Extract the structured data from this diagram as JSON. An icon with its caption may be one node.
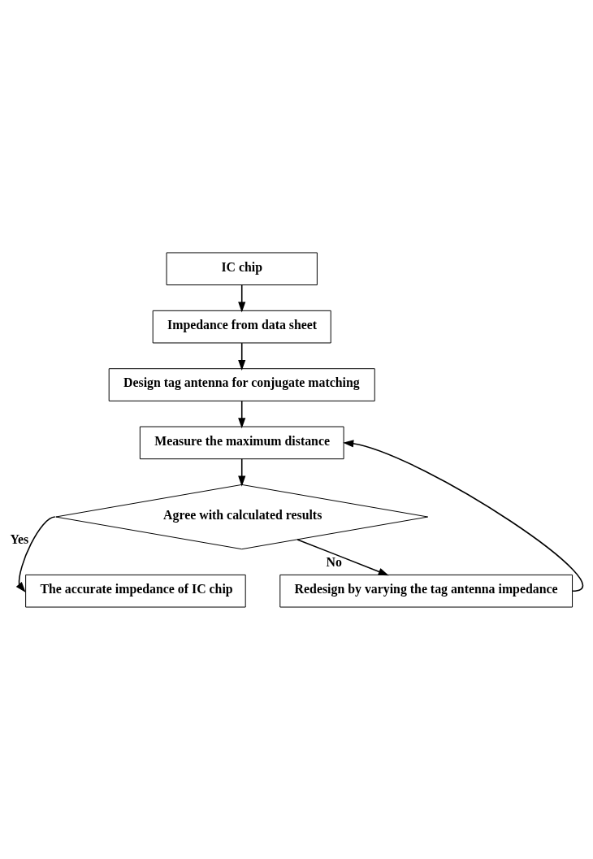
{
  "diagram": {
    "nodes": [
      {
        "text": [
          "IC chip"
        ]
      },
      {
        "text": [
          "Impedance from data sheet"
        ]
      },
      {
        "text": [
          "Design tag antenna for conjugate matching"
        ]
      },
      {
        "text": [
          "Measure the maximum distance"
        ]
      },
      {
        "text": [
          "Agree with calculated results"
        ]
      },
      {
        "text": [
          "Redesign by varying the tag antenna impedance"
        ]
      },
      {
        "text": [
          "The accurate impedance of IC chip"
        ]
      }
    ],
    "edges": [
      {
        "from": 0,
        "to": 1,
        "arrow": "to"
      },
      {
        "from": 1,
        "to": 2,
        "arrow": "to"
      },
      {
        "from": 2,
        "to": 3,
        "arrow": "to"
      },
      {
        "from": 3,
        "to": 4,
        "arrow": "to"
      },
      {
        "from": 4,
        "to": 5,
        "arrow": "to",
        "label": "No"
      },
      {
        "from": 5,
        "to": 3,
        "arrow": "to"
      },
      {
        "from": 4,
        "to": 6,
        "arrow": "to",
        "label": "Yes"
      }
    ]
  }
}
